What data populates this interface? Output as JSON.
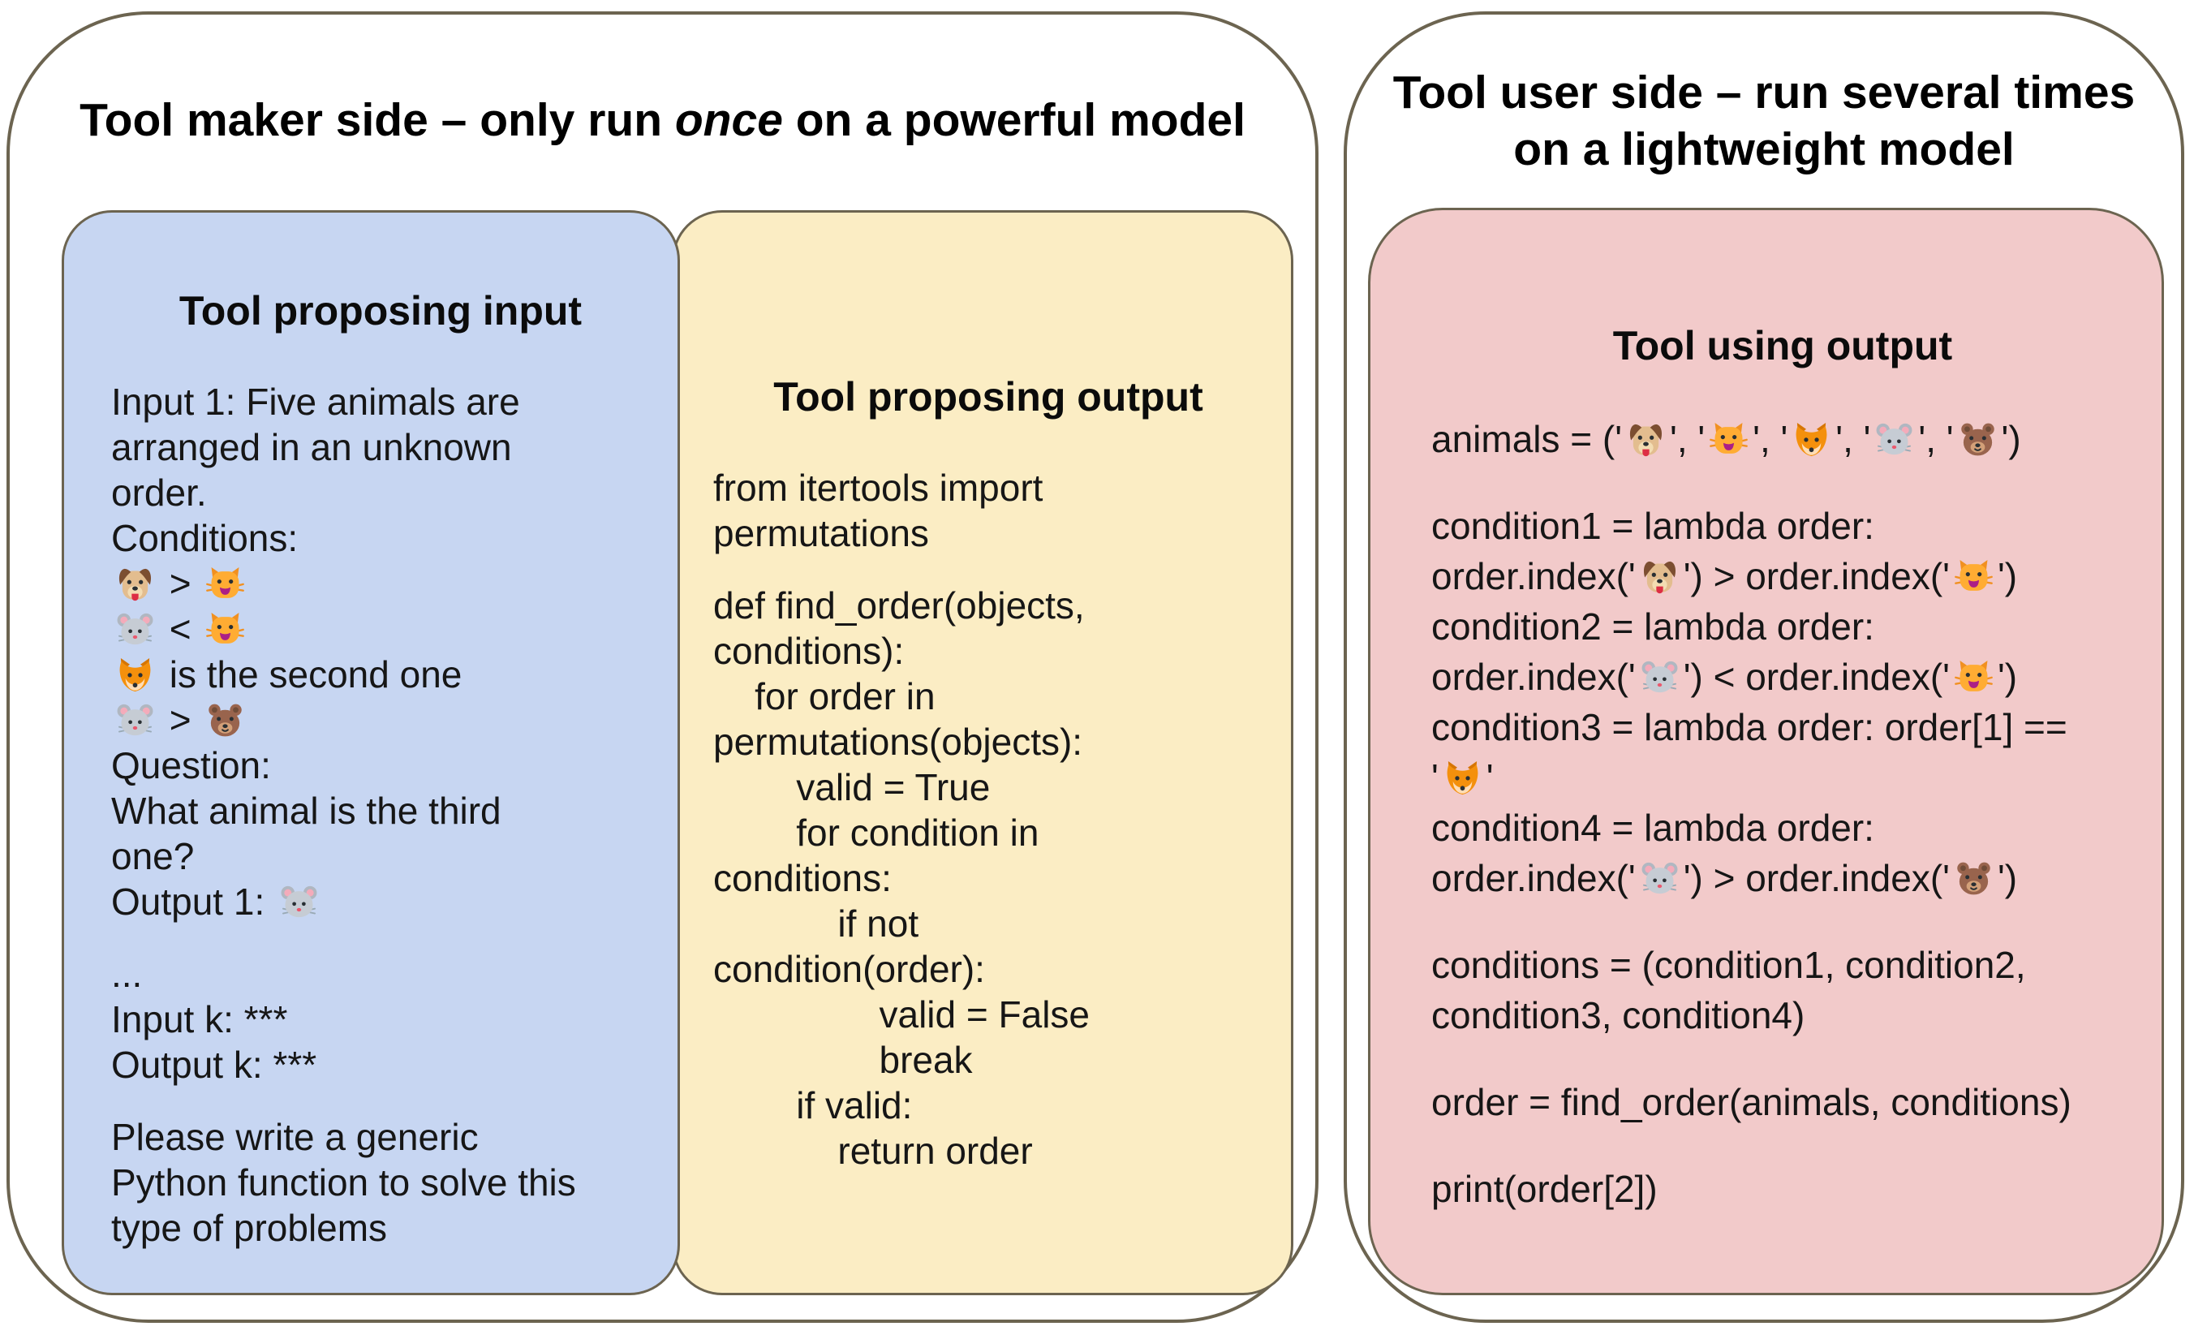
{
  "maker": {
    "title": {
      "prefix": "Tool maker side – only run ",
      "emphasis": "once",
      "suffix": " on a powerful model"
    },
    "input_box": {
      "header": "Tool proposing input",
      "lines": [
        "Input 1: Five animals are",
        "arranged in an unknown",
        "order.",
        "Conditions:",
        "🐶 > 🐱",
        "🐭 < 🐱",
        "🦊 is the second one",
        "🐭 > 🐻",
        "Question:",
        "What animal is the third",
        "one?",
        "Output 1: 🐭",
        "",
        "...",
        "Input k: ***",
        "Output k: ***",
        "",
        "Please write a generic",
        "Python function to solve this",
        "type of problems"
      ]
    },
    "output_box": {
      "header": "Tool proposing output",
      "lines": [
        "from itertools import",
        "permutations",
        "",
        "def find_order(objects,",
        "conditions):",
        "    for order in",
        "permutations(objects):",
        "        valid = True",
        "        for condition in",
        "conditions:",
        "            if not",
        "condition(order):",
        "                valid = False",
        "                break",
        "        if valid:",
        "            return order"
      ]
    }
  },
  "user": {
    "title": "Tool user side – run several times\non a lightweight model",
    "output_box": {
      "header": "Tool using output",
      "lines": [
        "animals = ('🐶', '🐱', '🦊', '🐭', '🐻')",
        "",
        "condition1 = lambda order:",
        "order.index('🐶') > order.index('🐱')",
        "condition2 = lambda order:",
        "order.index('🐭') < order.index('🐱')",
        "condition3 = lambda order: order[1] ==",
        "'🦊'",
        "condition4 = lambda order:",
        "order.index('🐭') > order.index('🐻')",
        "",
        "conditions = (condition1, condition2,",
        "condition3, condition4)",
        "",
        "order = find_order(animals, conditions)",
        "",
        "print(order[2])"
      ]
    }
  },
  "emoji": {
    "🐶": "dog",
    "🐱": "cat",
    "🦊": "fox",
    "🐭": "mouse",
    "🐻": "bear"
  },
  "colors": {
    "panel_border": "#6c6450",
    "proposing_input_fill": "#c7d6f2",
    "proposing_output_fill": "#fbedc4",
    "using_output_fill": "#f2caca",
    "text": "#161616"
  }
}
